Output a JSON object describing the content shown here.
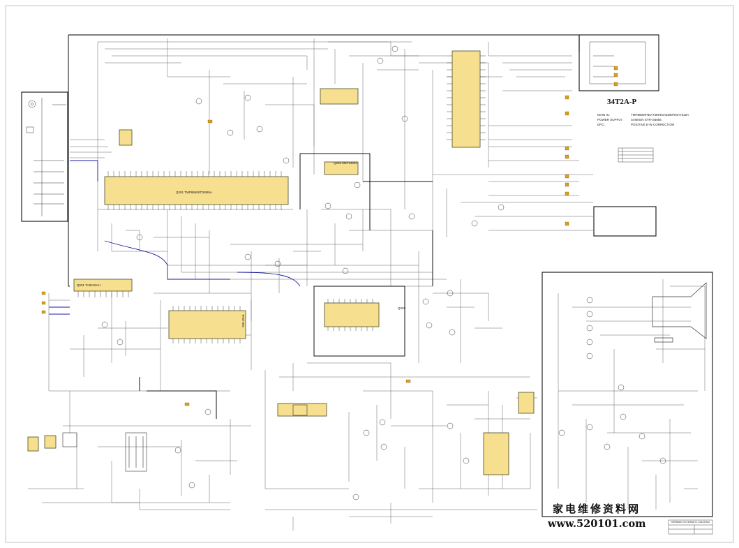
{
  "title_block": {
    "model": "34T2A-P",
    "specs": [
      {
        "key": "MAIN IC:",
        "value": "TMP88009TDA7495TDA8390/TDA7432A"
      },
      {
        "key": "POWER SUPPLY:",
        "value": "SANKEN STR-G6656"
      },
      {
        "key": "DPC:",
        "value": "POSITIVE E-W CORRECTION"
      }
    ],
    "sheet_title": "TMP88609 SCHEMATIC DIAGRAM"
  },
  "chips": {
    "q201": "Q201 TMP88609TD8M5A",
    "q501": "Q501 TA8218AH",
    "q260": "Q260 M6P14052",
    "q301": "TA8776N",
    "ic_gen": "Q320"
  },
  "watermark": {
    "cn": "家电维修资料网",
    "url": "www.520101.com"
  },
  "colors": {
    "wire": "#333333",
    "frame": "#222222",
    "chip_fill": "#f6df8e",
    "chip_stroke": "#4a4a20",
    "highlight": "#1a1aa0",
    "pad": "#d9a020"
  }
}
